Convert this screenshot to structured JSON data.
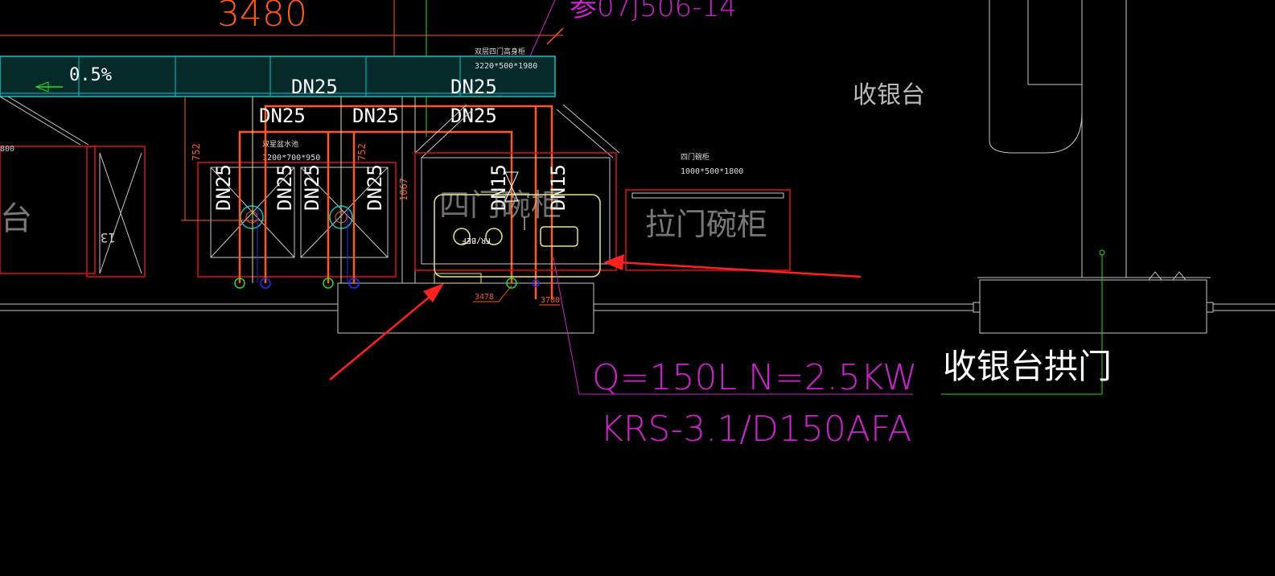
{
  "labels": {
    "dim_top": "3480",
    "ref_code_partial": "参07J506-14",
    "slope": "0.5%",
    "dn25_a": "DN25",
    "dn25_b": "DN25",
    "dn25_c": "DN25",
    "dn25_d": "DN25",
    "dn25_e": "DN25",
    "dn25_v1": "DN25",
    "dn25_v2": "DN25",
    "dn25_v3": "DN25",
    "dn25_v4": "DN25",
    "dn15_v1": "DN15",
    "dn15_v2": "DN15",
    "hood_label": "双层四门高身柜",
    "hood_size": "3220*500*1980",
    "sink_label": "双星盆水池",
    "sink_size": "1200*700*950",
    "left_dim": "800",
    "left_table_partial": "台",
    "left_mark": "13",
    "dim_752_a": "752",
    "dim_752_b": "752",
    "dim_1067": "1067",
    "cabinet_fourdoor_big": "四门碗柜",
    "cabinet_sliding_big": "拉门碗柜",
    "cabinet_fourdoor_small": "四门碗柜",
    "cabinet_size": "1000*500*1800",
    "cashier": "收银台",
    "cashier_arch": "收银台拱门",
    "heater_spec_1": "Q=150L N=2.5KW",
    "heater_spec_2": "KRS-3.1/D150AFA",
    "pipe_tag_1": "3478",
    "pipe_tag_2": "3780",
    "fridge_tag": "FR/BEF"
  },
  "colors": {
    "background": "#000000",
    "wall": "#c8c8c8",
    "red": "#e01010",
    "orange": "#ff5a14",
    "cyan": "#00c8c8",
    "yellow": "#e8e870",
    "magenta": "#d020d0",
    "green": "#20e020",
    "blue": "#2030ff",
    "annotation_arrow": "#ff2020"
  }
}
